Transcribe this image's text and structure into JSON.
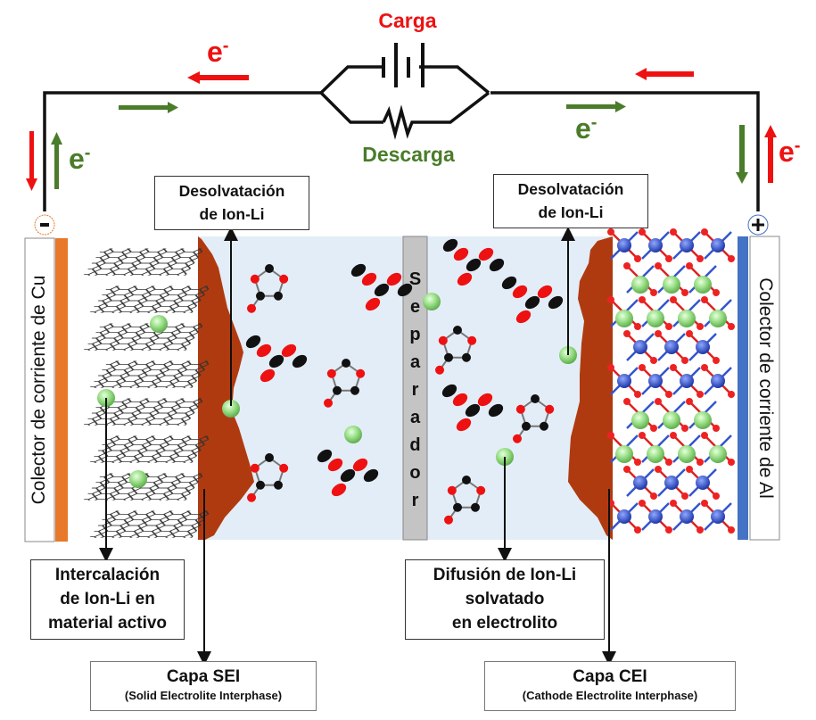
{
  "circuit": {
    "charge_label": "Carga",
    "discharge_label": "Descarga",
    "electron": "e",
    "electron_sup": "-",
    "negative_terminal": "-",
    "positive_terminal": "+"
  },
  "collectors": {
    "anode": "Colector de corriente de Cu",
    "cathode": "Colector de corriente de Al"
  },
  "separator": {
    "letters": [
      "S",
      "e",
      "p",
      "a",
      "r",
      "a",
      "d",
      "o",
      "r"
    ]
  },
  "labels": {
    "desolvation_left": [
      "Desolvatación",
      "de Ion-Li"
    ],
    "desolvation_right": [
      "Desolvatación",
      "de Ion-Li"
    ],
    "intercalation": [
      "Intercalación",
      "de Ion-Li en",
      "material activo"
    ],
    "diffusion": [
      "Difusión de Ion-Li",
      "solvatado",
      "en electrolito"
    ],
    "sei": {
      "title": "Capa SEI",
      "subtitle": "(Solid Electrolite Interphase)"
    },
    "cei": {
      "title": "Capa CEI",
      "subtitle": "(Cathode Electrolite Interphase)"
    }
  },
  "colors": {
    "charge": "#ee1111",
    "discharge": "#4a7c2a",
    "copper": "#e8782a",
    "aluminum": "#4472c4",
    "interphase": "#b03a10",
    "electrolyte": "#e3edf7",
    "separator": "#c4c4c4",
    "li_ion": "#8fd97a"
  }
}
